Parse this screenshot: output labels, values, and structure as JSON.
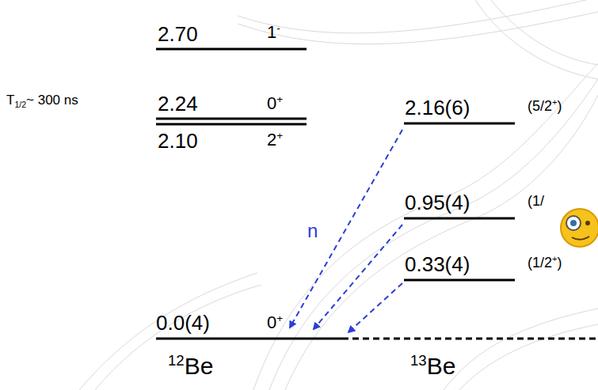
{
  "diagram": {
    "labels": [
      "2.70",
      "1-",
      "T1/2~ 300 ns",
      "2.24",
      "0+",
      "2.10",
      "2+",
      "2.16(6)",
      "(5/2+)",
      "0.95(4)",
      "(1/",
      "n",
      "0.33(4)",
      "(1/2+)",
      "0.0(4)",
      "0+",
      "12Be",
      "13Be"
    ]
  }
}
